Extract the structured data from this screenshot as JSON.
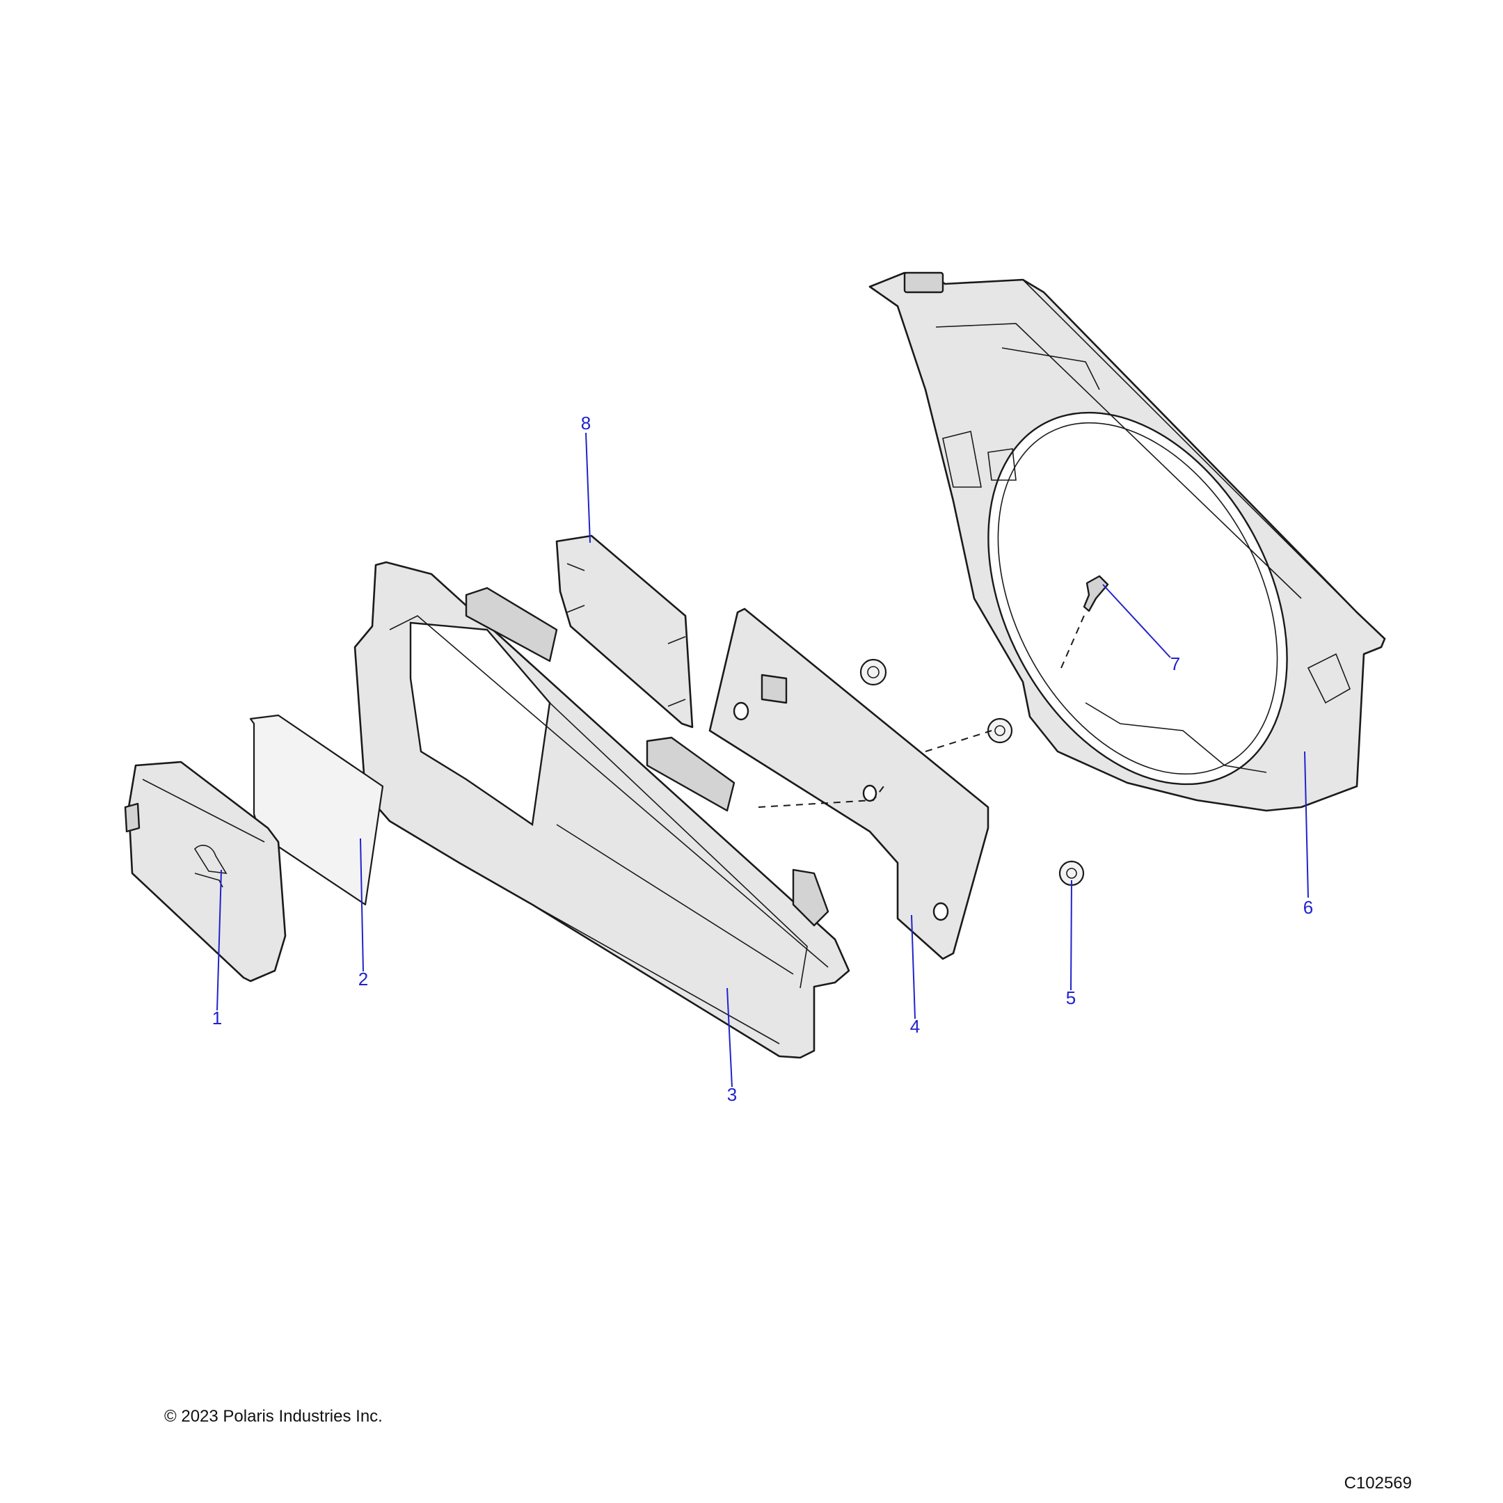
{
  "callouts": [
    {
      "id": "1",
      "label": "1"
    },
    {
      "id": "2",
      "label": "2"
    },
    {
      "id": "3",
      "label": "3"
    },
    {
      "id": "4",
      "label": "4"
    },
    {
      "id": "5",
      "label": "5"
    },
    {
      "id": "6",
      "label": "6"
    },
    {
      "id": "7",
      "label": "7"
    },
    {
      "id": "8",
      "label": "8"
    }
  ],
  "footer": {
    "copyright": "© 2023 Polaris Industries Inc.",
    "drawing_id": "C102569"
  },
  "colors": {
    "callout": "#2222cc",
    "part_fill": "#e6e6e6",
    "outline": "#1a1a1a"
  }
}
